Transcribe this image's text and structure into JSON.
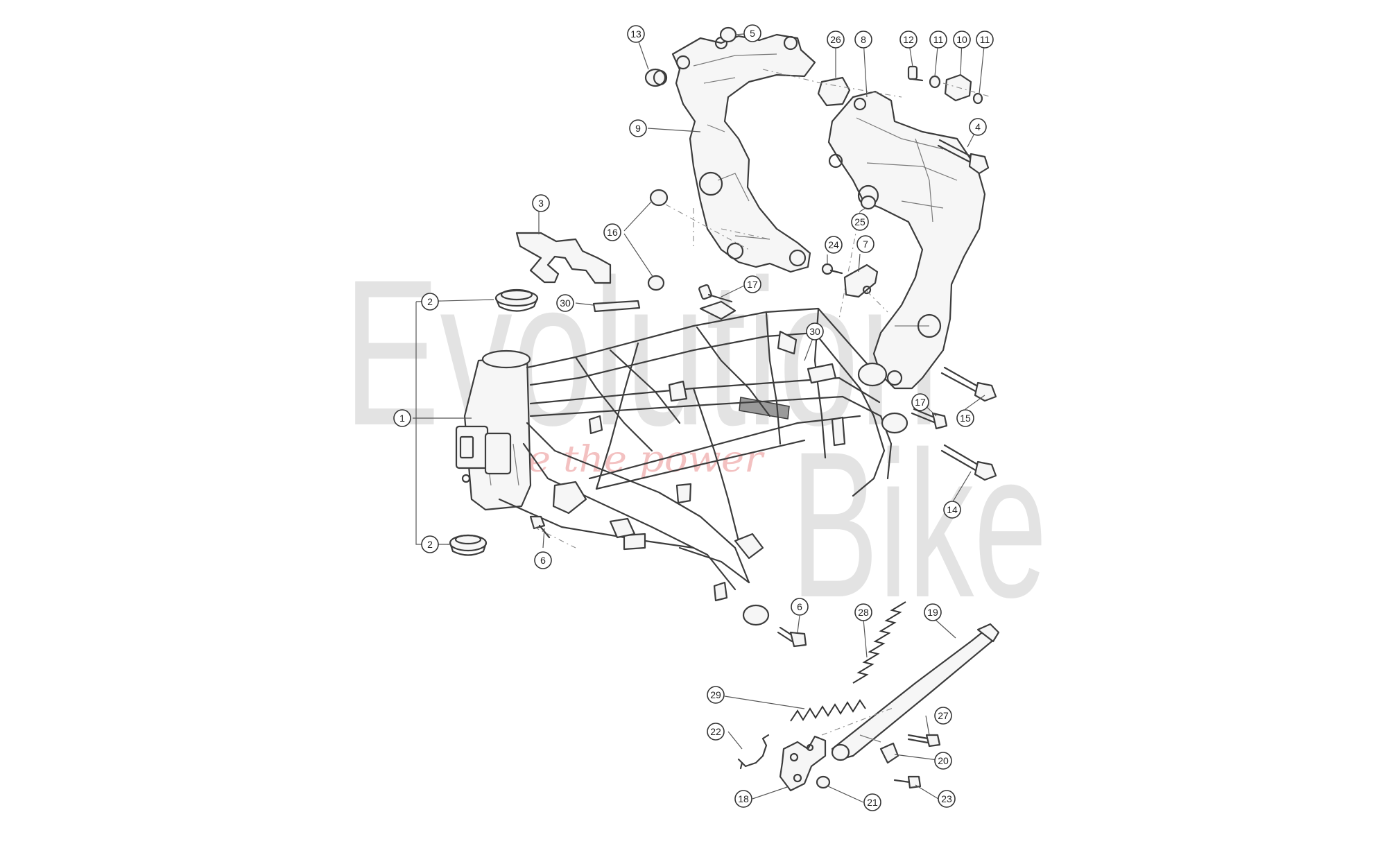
{
  "watermark": {
    "line1": "Evolution",
    "line2": "Bike",
    "tagline": "ride the power"
  },
  "callouts": [
    {
      "id": "c13",
      "label": "13"
    },
    {
      "id": "c5",
      "label": "5"
    },
    {
      "id": "c26",
      "label": "26"
    },
    {
      "id": "c8",
      "label": "8"
    },
    {
      "id": "c12",
      "label": "12"
    },
    {
      "id": "c11a",
      "label": "11"
    },
    {
      "id": "c10",
      "label": "10"
    },
    {
      "id": "c11b",
      "label": "11"
    },
    {
      "id": "c9",
      "label": "9"
    },
    {
      "id": "c4",
      "label": "4"
    },
    {
      "id": "c3",
      "label": "3"
    },
    {
      "id": "c16",
      "label": "16"
    },
    {
      "id": "c25",
      "label": "25"
    },
    {
      "id": "c24",
      "label": "24"
    },
    {
      "id": "c7",
      "label": "7"
    },
    {
      "id": "c17a",
      "label": "17"
    },
    {
      "id": "c2a",
      "label": "2"
    },
    {
      "id": "c30a",
      "label": "30"
    },
    {
      "id": "c30b",
      "label": "30"
    },
    {
      "id": "c1",
      "label": "1"
    },
    {
      "id": "c17b",
      "label": "17"
    },
    {
      "id": "c15",
      "label": "15"
    },
    {
      "id": "c14",
      "label": "14"
    },
    {
      "id": "c2b",
      "label": "2"
    },
    {
      "id": "c6a",
      "label": "6"
    },
    {
      "id": "c6b",
      "label": "6"
    },
    {
      "id": "c28",
      "label": "28"
    },
    {
      "id": "c19",
      "label": "19"
    },
    {
      "id": "c29",
      "label": "29"
    },
    {
      "id": "c27",
      "label": "27"
    },
    {
      "id": "c22",
      "label": "22"
    },
    {
      "id": "c20",
      "label": "20"
    },
    {
      "id": "c18",
      "label": "18"
    },
    {
      "id": "c21",
      "label": "21"
    },
    {
      "id": "c23",
      "label": "23"
    }
  ]
}
